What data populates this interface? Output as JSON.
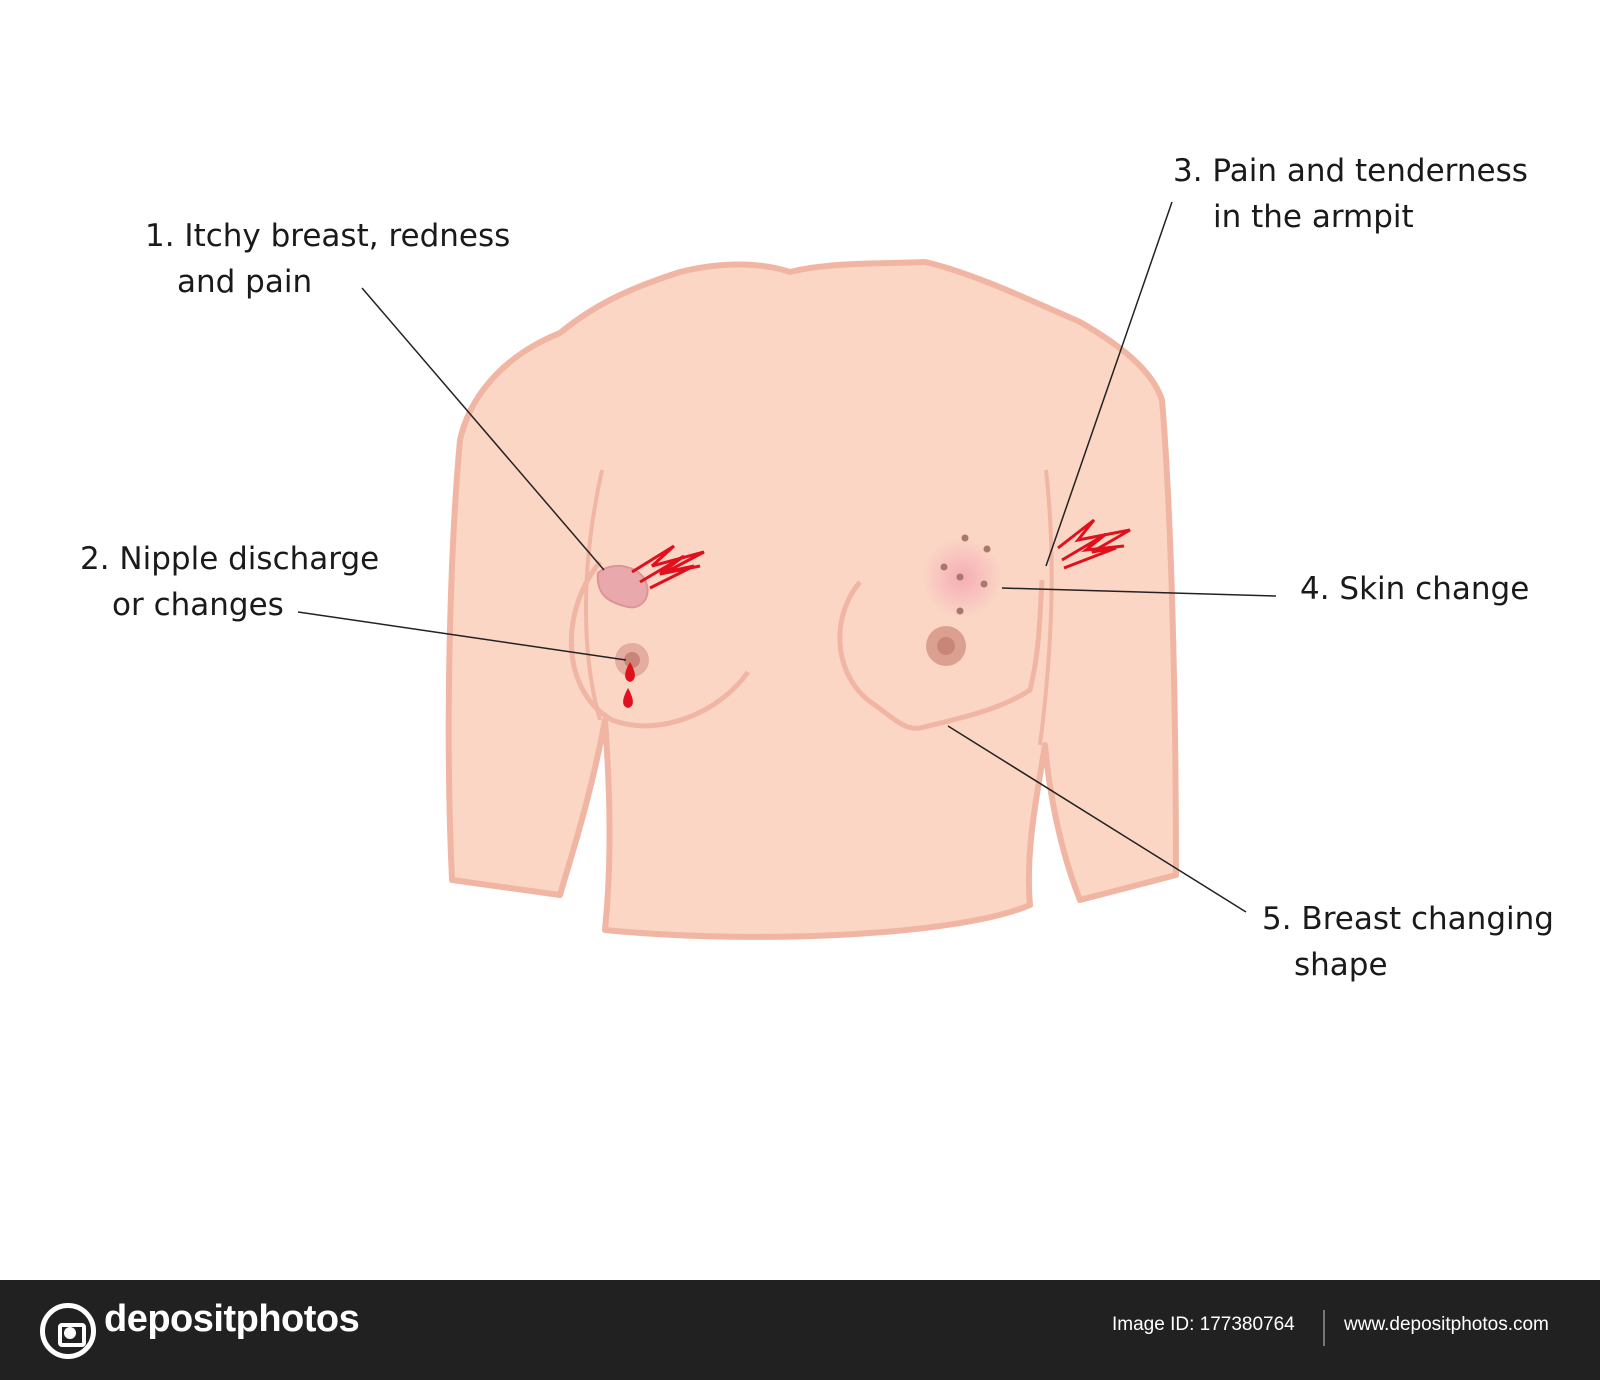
{
  "colors": {
    "skin": "#fbd6c5",
    "skin_outline": "#f1b6a3",
    "shadow": "#f3c3b2",
    "areola": "#dba090",
    "nipple": "#c98678",
    "rash": "#e9a9ac",
    "redness": "#f3a6b4",
    "blood": "#e0101c",
    "pain_mark": "#e0101c",
    "leader_line": "#222222",
    "footer_bg": "#212121"
  },
  "labels": {
    "l1": {
      "number": "1.",
      "lines": [
        "1. Itchy breast, redness",
        "and pain"
      ]
    },
    "l2": {
      "number": "2.",
      "lines": [
        "2. Nipple discharge",
        "or changes"
      ]
    },
    "l3": {
      "number": "3.",
      "lines": [
        "3. Pain and tenderness",
        "in the armpit"
      ]
    },
    "l4": {
      "number": "4.",
      "lines": [
        "4. Skin change"
      ]
    },
    "l5": {
      "number": "5.",
      "lines": [
        "5. Breast changing",
        "shape"
      ]
    }
  },
  "footer": {
    "brand": "depositphotos",
    "logo_icon": "camera-aperture-icon",
    "image_id": "Image ID: 177380764",
    "site": "www.depositphotos.com"
  }
}
